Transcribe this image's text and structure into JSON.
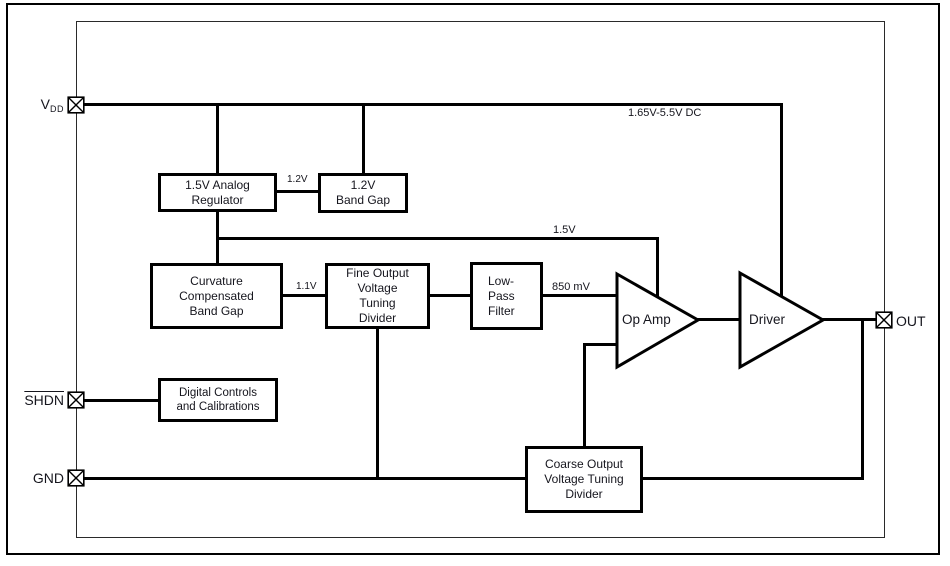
{
  "figure": {
    "background": "#ffffff",
    "line_color": "#000000",
    "text_color": "#15151d"
  },
  "pins": {
    "vdd": {
      "base": "V",
      "subscript": "DD"
    },
    "shdn": {
      "label": "SHDN"
    },
    "gnd": {
      "label": "GND"
    },
    "out": {
      "label": "OUT"
    }
  },
  "blocks": {
    "analog_regulator": "1.5V Analog\nRegulator",
    "bandgap_12": "1.2V\nBand Gap",
    "curvature_bandgap": "Curvature\nCompensated\nBand Gap",
    "fine_divider": "Fine Output\nVoltage\nTuning\nDivider",
    "lowpass_filter": "Low-\nPass\nFilter",
    "digital_controls": "Digital Controls\nand Calibrations",
    "coarse_divider": "Coarse Output\nVoltage Tuning\nDivider"
  },
  "amplifiers": {
    "op_amp": "Op Amp",
    "driver": "Driver"
  },
  "wire_labels": {
    "supply_range": "1.65V-5.5V DC",
    "bandgap_ref": "1.2V",
    "regulator_out": "1.5V",
    "fine_ref_in": "1.1V",
    "filtered_ref": "850 mV"
  }
}
